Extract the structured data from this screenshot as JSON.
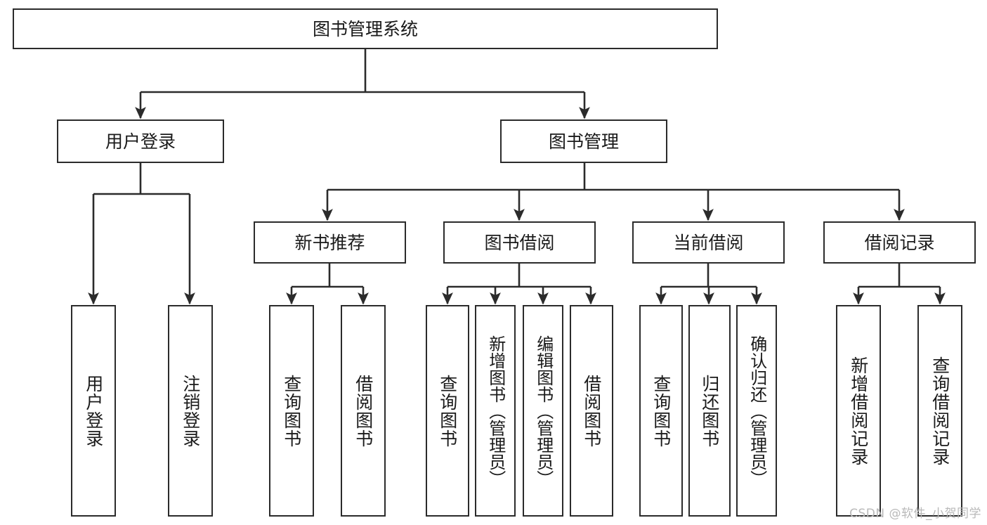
{
  "diagram": {
    "title": "图书管理系统",
    "type": "tree",
    "background_color": "#ffffff",
    "line_color": "#2b2b2b",
    "box_fill": "#ffffff",
    "text_color": "#1a1a1a"
  },
  "nodes": {
    "root": {
      "label": "图书管理系统"
    },
    "level2": [
      {
        "id": "user-login",
        "label": "用户登录"
      },
      {
        "id": "book-manage",
        "label": "图书管理"
      }
    ],
    "level3": [
      {
        "id": "new-book-recommend",
        "label": "新书推荐"
      },
      {
        "id": "book-borrow",
        "label": "图书借阅"
      },
      {
        "id": "current-borrow",
        "label": "当前借阅"
      },
      {
        "id": "borrow-record",
        "label": "借阅记录"
      }
    ],
    "leaves": {
      "user_login": [
        {
          "id": "leaf-user-login",
          "label": "用户登录"
        },
        {
          "id": "leaf-logout",
          "label": "注销登录"
        }
      ],
      "new_book_recommend": [
        {
          "id": "leaf-query-book-1",
          "label": "查询图书"
        },
        {
          "id": "leaf-borrow-book-1",
          "label": "借阅图书"
        }
      ],
      "book_borrow": [
        {
          "id": "leaf-query-book-2",
          "label": "查询图书"
        },
        {
          "id": "leaf-add-book",
          "label": "新增图书（管理员）"
        },
        {
          "id": "leaf-edit-book",
          "label": "编辑图书（管理员）"
        },
        {
          "id": "leaf-borrow-book-2",
          "label": "借阅图书"
        }
      ],
      "current_borrow": [
        {
          "id": "leaf-query-book-3",
          "label": "查询图书"
        },
        {
          "id": "leaf-return-book",
          "label": "归还图书"
        },
        {
          "id": "leaf-confirm-return",
          "label": "确认归还（管理员）"
        }
      ],
      "borrow_record": [
        {
          "id": "leaf-add-record",
          "label": "新增借阅记录"
        },
        {
          "id": "leaf-query-record",
          "label": "查询借阅记录"
        }
      ]
    }
  },
  "watermark": {
    "text": "CSDN @软件_小贺同学"
  }
}
